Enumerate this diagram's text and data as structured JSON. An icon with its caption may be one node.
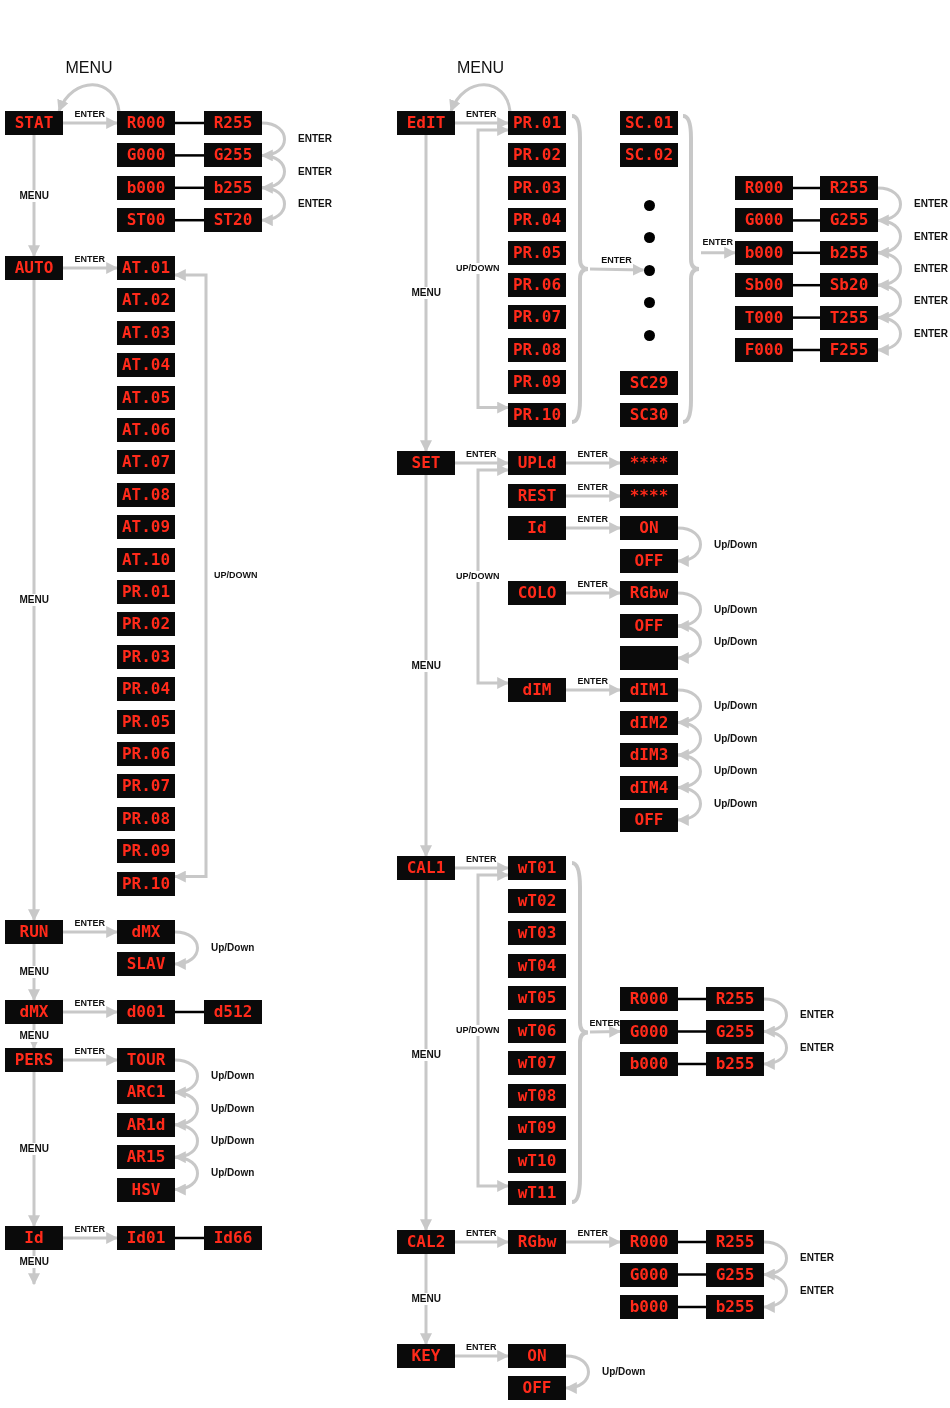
{
  "diagram": {
    "nodes": [
      {
        "text": [
          "STAT"
        ]
      },
      {
        "text": [
          "R000"
        ]
      },
      {
        "text": [
          "R255"
        ]
      },
      {
        "text": [
          "G000"
        ]
      },
      {
        "text": [
          "G255"
        ]
      },
      {
        "text": [
          "b000"
        ]
      },
      {
        "text": [
          "b255"
        ]
      },
      {
        "text": [
          "ST00"
        ]
      },
      {
        "text": [
          "ST20"
        ]
      },
      {
        "text": [
          "AUTO"
        ]
      },
      {
        "text": [
          "AT.01"
        ]
      },
      {
        "text": [
          "AT.02"
        ]
      },
      {
        "text": [
          "AT.03"
        ]
      },
      {
        "text": [
          "AT.04"
        ]
      },
      {
        "text": [
          "AT.05"
        ]
      },
      {
        "text": [
          "AT.06"
        ]
      },
      {
        "text": [
          "AT.07"
        ]
      },
      {
        "text": [
          "AT.08"
        ]
      },
      {
        "text": [
          "AT.09"
        ]
      },
      {
        "text": [
          "AT.10"
        ]
      },
      {
        "text": [
          "PR.01"
        ]
      },
      {
        "text": [
          "PR.02"
        ]
      },
      {
        "text": [
          "PR.03"
        ]
      },
      {
        "text": [
          "PR.04"
        ]
      },
      {
        "text": [
          "PR.05"
        ]
      },
      {
        "text": [
          "PR.06"
        ]
      },
      {
        "text": [
          "PR.07"
        ]
      },
      {
        "text": [
          "PR.08"
        ]
      },
      {
        "text": [
          "PR.09"
        ]
      },
      {
        "text": [
          "PR.10"
        ]
      },
      {
        "text": [
          "RUN"
        ]
      },
      {
        "text": [
          "dMX"
        ]
      },
      {
        "text": [
          "SLAV"
        ]
      },
      {
        "text": [
          "dMX"
        ]
      },
      {
        "text": [
          "d001"
        ]
      },
      {
        "text": [
          "d512"
        ]
      },
      {
        "text": [
          "PERS"
        ]
      },
      {
        "text": [
          "TOUR"
        ]
      },
      {
        "text": [
          "ARC1"
        ]
      },
      {
        "text": [
          "AR1d"
        ]
      },
      {
        "text": [
          "AR15"
        ]
      },
      {
        "text": [
          "HSV"
        ]
      },
      {
        "text": [
          "Id"
        ]
      },
      {
        "text": [
          "Id01"
        ]
      },
      {
        "text": [
          "Id66"
        ]
      },
      {
        "text": [
          "EdIT"
        ]
      },
      {
        "text": [
          "PR.01"
        ]
      },
      {
        "text": [
          "PR.02"
        ]
      },
      {
        "text": [
          "PR.03"
        ]
      },
      {
        "text": [
          "PR.04"
        ]
      },
      {
        "text": [
          "PR.05"
        ]
      },
      {
        "text": [
          "PR.06"
        ]
      },
      {
        "text": [
          "PR.07"
        ]
      },
      {
        "text": [
          "PR.08"
        ]
      },
      {
        "text": [
          "PR.09"
        ]
      },
      {
        "text": [
          "PR.10"
        ]
      },
      {
        "text": [],
        "shape": "bracket"
      },
      {
        "text": [
          "SC.01"
        ]
      },
      {
        "text": [
          "SC.02"
        ]
      },
      {
        "text": [],
        "shape": "circle"
      },
      {
        "text": [],
        "shape": "circle"
      },
      {
        "text": [],
        "shape": "circle"
      },
      {
        "text": [],
        "shape": "circle"
      },
      {
        "text": [],
        "shape": "circle"
      },
      {
        "text": [
          "SC29"
        ]
      },
      {
        "text": [
          "SC30"
        ]
      },
      {
        "text": [],
        "shape": "bracket"
      },
      {
        "text": [
          "R000"
        ]
      },
      {
        "text": [
          "R255"
        ]
      },
      {
        "text": [
          "G000"
        ]
      },
      {
        "text": [
          "G255"
        ]
      },
      {
        "text": [
          "b000"
        ]
      },
      {
        "text": [
          "b255"
        ]
      },
      {
        "text": [
          "Sb00"
        ]
      },
      {
        "text": [
          "Sb20"
        ]
      },
      {
        "text": [
          "T000"
        ]
      },
      {
        "text": [
          "T255"
        ]
      },
      {
        "text": [
          "F000"
        ]
      },
      {
        "text": [
          "F255"
        ]
      },
      {
        "text": [
          "SET"
        ]
      },
      {
        "text": [
          "UPLd"
        ]
      },
      {
        "text": [
          "****"
        ]
      },
      {
        "text": [
          "REST"
        ]
      },
      {
        "text": [
          "****"
        ]
      },
      {
        "text": [
          "Id"
        ]
      },
      {
        "text": [
          "ON"
        ]
      },
      {
        "text": [
          "OFF"
        ]
      },
      {
        "text": [
          "COLO"
        ]
      },
      {
        "text": [
          "RGbw"
        ]
      },
      {
        "text": [
          "OFF"
        ]
      },
      {
        "text": [],
        "shape": "box"
      },
      {
        "text": [
          "dIM"
        ]
      },
      {
        "text": [
          "dIM1"
        ]
      },
      {
        "text": [
          "dIM2"
        ]
      },
      {
        "text": [
          "dIM3"
        ]
      },
      {
        "text": [
          "dIM4"
        ]
      },
      {
        "text": [
          "OFF"
        ]
      },
      {
        "text": [
          "CAL1"
        ]
      },
      {
        "text": [
          "wT01"
        ]
      },
      {
        "text": [
          "wT02"
        ]
      },
      {
        "text": [
          "wT03"
        ]
      },
      {
        "text": [
          "wT04"
        ]
      },
      {
        "text": [
          "wT05"
        ]
      },
      {
        "text": [
          "wT06"
        ]
      },
      {
        "text": [
          "wT07"
        ]
      },
      {
        "text": [
          "wT08"
        ]
      },
      {
        "text": [
          "wT09"
        ]
      },
      {
        "text": [
          "wT10"
        ]
      },
      {
        "text": [
          "wT11"
        ]
      },
      {
        "text": [],
        "shape": "bracket"
      },
      {
        "text": [
          "R000"
        ]
      },
      {
        "text": [
          "R255"
        ]
      },
      {
        "text": [
          "G000"
        ]
      },
      {
        "text": [
          "G255"
        ]
      },
      {
        "text": [
          "b000"
        ]
      },
      {
        "text": [
          "b255"
        ]
      },
      {
        "text": [
          "CAL2"
        ]
      },
      {
        "text": [
          "RGbw"
        ]
      },
      {
        "text": [
          "R000"
        ]
      },
      {
        "text": [
          "R255"
        ]
      },
      {
        "text": [
          "G000"
        ]
      },
      {
        "text": [
          "G255"
        ]
      },
      {
        "text": [
          "b000"
        ]
      },
      {
        "text": [
          "b255"
        ]
      },
      {
        "text": [
          "KEY"
        ]
      },
      {
        "text": [
          "ON"
        ]
      },
      {
        "text": [
          "OFF"
        ]
      }
    ],
    "edges": [
      {
        "from": 0,
        "to": 1,
        "label": "ENTER",
        "arrow": "to"
      },
      {
        "from": 1,
        "to": 2,
        "arrow": "none",
        "color": "#000000"
      },
      {
        "from": 3,
        "to": 4,
        "arrow": "none",
        "color": "#000000"
      },
      {
        "from": 5,
        "to": 6,
        "arrow": "none",
        "color": "#000000"
      },
      {
        "from": 7,
        "to": 8,
        "arrow": "none",
        "color": "#000000"
      },
      {
        "from": 2,
        "to": 4,
        "label": "ENTER",
        "arrow": "to"
      },
      {
        "from": 4,
        "to": 6,
        "label": "ENTER",
        "arrow": "to"
      },
      {
        "from": 6,
        "to": 8,
        "label": "ENTER",
        "arrow": "to"
      },
      {
        "from": 0,
        "to": 9,
        "label": "MENU",
        "arrow": "to"
      },
      {
        "from": 9,
        "to": 10,
        "label": "ENTER",
        "arrow": "to"
      },
      {
        "from": 9,
        "to": 30,
        "label": "MENU",
        "arrow": "to"
      },
      {
        "from": 30,
        "to": 31,
        "label": "ENTER",
        "arrow": "to"
      },
      {
        "from": 31,
        "to": 32,
        "label": "Up/Down",
        "arrow": "to"
      },
      {
        "from": 30,
        "to": 33,
        "label": "MENU",
        "arrow": "to"
      },
      {
        "from": 33,
        "to": 34,
        "label": "ENTER",
        "arrow": "to"
      },
      {
        "from": 34,
        "to": 35,
        "arrow": "none",
        "color": "#000000"
      },
      {
        "from": 33,
        "to": 36,
        "label": "MENU",
        "arrow": "to"
      },
      {
        "from": 36,
        "to": 37,
        "label": "ENTER",
        "arrow": "to"
      },
      {
        "from": 37,
        "to": 38,
        "label": "Up/Down",
        "arrow": "to"
      },
      {
        "from": 38,
        "to": 39,
        "label": "Up/Down",
        "arrow": "to"
      },
      {
        "from": 39,
        "to": 40,
        "label": "Up/Down",
        "arrow": "to"
      },
      {
        "from": 40,
        "to": 41,
        "label": "Up/Down",
        "arrow": "to"
      },
      {
        "from": 36,
        "to": 42,
        "label": "MENU",
        "arrow": "to"
      },
      {
        "from": 42,
        "to": 43,
        "label": "ENTER",
        "arrow": "to"
      },
      {
        "from": 43,
        "to": 44,
        "arrow": "none",
        "color": "#000000"
      },
      {
        "from": 42,
        "to": null,
        "label": "MENU",
        "arrow": "to"
      },
      {
        "from": 45,
        "to": 46,
        "label": "ENTER",
        "arrow": "to"
      },
      {
        "from": 45,
        "to": 79,
        "label": "MENU",
        "arrow": "to"
      },
      {
        "from": 56,
        "to": 61,
        "label": "ENTER",
        "arrow": "to"
      },
      {
        "from": 66,
        "to": 71,
        "label": "ENTER",
        "arrow": "to"
      },
      {
        "from": 67,
        "to": 68,
        "arrow": "none",
        "color": "#000000"
      },
      {
        "from": 69,
        "to": 70,
        "arrow": "none",
        "color": "#000000"
      },
      {
        "from": 71,
        "to": 72,
        "arrow": "none",
        "color": "#000000"
      },
      {
        "from": 73,
        "to": 74,
        "arrow": "none",
        "color": "#000000"
      },
      {
        "from": 75,
        "to": 76,
        "arrow": "none",
        "color": "#000000"
      },
      {
        "from": 77,
        "to": 78,
        "arrow": "none",
        "color": "#000000"
      },
      {
        "from": 68,
        "to": 70,
        "label": "ENTER",
        "arrow": "to"
      },
      {
        "from": 70,
        "to": 72,
        "label": "ENTER",
        "arrow": "to"
      },
      {
        "from": 72,
        "to": 74,
        "label": "ENTER",
        "arrow": "to"
      },
      {
        "from": 74,
        "to": 76,
        "label": "ENTER",
        "arrow": "to"
      },
      {
        "from": 76,
        "to": 78,
        "label": "ENTER",
        "arrow": "to"
      },
      {
        "from": 79,
        "to": 80,
        "label": "ENTER",
        "arrow": "to"
      },
      {
        "from": 80,
        "to": 81,
        "label": "ENTER",
        "arrow": "to"
      },
      {
        "from": 82,
        "to": 83,
        "label": "ENTER",
        "arrow": "to"
      },
      {
        "from": 84,
        "to": 85,
        "label": "ENTER",
        "arrow": "to"
      },
      {
        "from": 85,
        "to": 86,
        "label": "Up/Down",
        "arrow": "to"
      },
      {
        "from": 87,
        "to": 88,
        "label": "ENTER",
        "arrow": "to"
      },
      {
        "from": 88,
        "to": 89,
        "label": "Up/Down",
        "arrow": "to"
      },
      {
        "from": 89,
        "to": 90,
        "label": "Up/Down",
        "arrow": "to"
      },
      {
        "from": 91,
        "to": 92,
        "label": "ENTER",
        "arrow": "to"
      },
      {
        "from": 92,
        "to": 93,
        "label": "Up/Down",
        "arrow": "to"
      },
      {
        "from": 93,
        "to": 94,
        "label": "Up/Down",
        "arrow": "to"
      },
      {
        "from": 94,
        "to": 95,
        "label": "Up/Down",
        "arrow": "to"
      },
      {
        "from": 95,
        "to": 96,
        "label": "Up/Down",
        "arrow": "to"
      },
      {
        "from": 79,
        "to": 97,
        "label": "MENU",
        "arrow": "to"
      },
      {
        "from": 97,
        "to": 98,
        "label": "ENTER",
        "arrow": "to"
      },
      {
        "from": 109,
        "to": 112,
        "label": "ENTER",
        "arrow": "to"
      },
      {
        "from": 110,
        "to": 111,
        "arrow": "none",
        "color": "#000000"
      },
      {
        "from": 112,
        "to": 113,
        "arrow": "none",
        "color": "#000000"
      },
      {
        "from": 114,
        "to": 115,
        "arrow": "none",
        "color": "#000000"
      },
      {
        "from": 111,
        "to": 113,
        "label": "ENTER",
        "arrow": "to"
      },
      {
        "from": 113,
        "to": 115,
        "label": "ENTER",
        "arrow": "to"
      },
      {
        "from": 97,
        "to": 116,
        "label": "MENU",
        "arrow": "to"
      },
      {
        "from": 116,
        "to": 117,
        "label": "ENTER",
        "arrow": "to"
      },
      {
        "from": 117,
        "to": 118,
        "label": "ENTER",
        "arrow": "to"
      },
      {
        "from": 118,
        "to": 119,
        "arrow": "none",
        "color": "#000000"
      },
      {
        "from": 120,
        "to": 121,
        "arrow": "none",
        "color": "#000000"
      },
      {
        "from": 122,
        "to": 123,
        "arrow": "none",
        "color": "#000000"
      },
      {
        "from": 119,
        "to": 121,
        "label": "ENTER",
        "arrow": "to"
      },
      {
        "from": 121,
        "to": 123,
        "label": "ENTER",
        "arrow": "to"
      },
      {
        "from": 116,
        "to": 124,
        "label": "MENU",
        "arrow": "to"
      },
      {
        "from": 124,
        "to": 125,
        "label": "ENTER",
        "arrow": "to"
      },
      {
        "from": 125,
        "to": 126,
        "label": "Up/Down",
        "arrow": "to"
      },
      {
        "from": 1,
        "to": 0,
        "label": "MENU",
        "arrow": "to"
      },
      {
        "from": 46,
        "to": 45,
        "label": "MENU",
        "arrow": "to"
      },
      {
        "from": 46,
        "to": 55,
        "label": "UP/DOWN",
        "arrow": "both"
      },
      {
        "from": 10,
        "to": 29,
        "label": "UP/DOWN",
        "arrow": "both"
      },
      {
        "from": 80,
        "to": 91,
        "label": "UP/DOWN",
        "arrow": "both"
      },
      {
        "from": 98,
        "to": 108,
        "label": "UP/DOWN",
        "arrow": "both"
      }
    ]
  }
}
